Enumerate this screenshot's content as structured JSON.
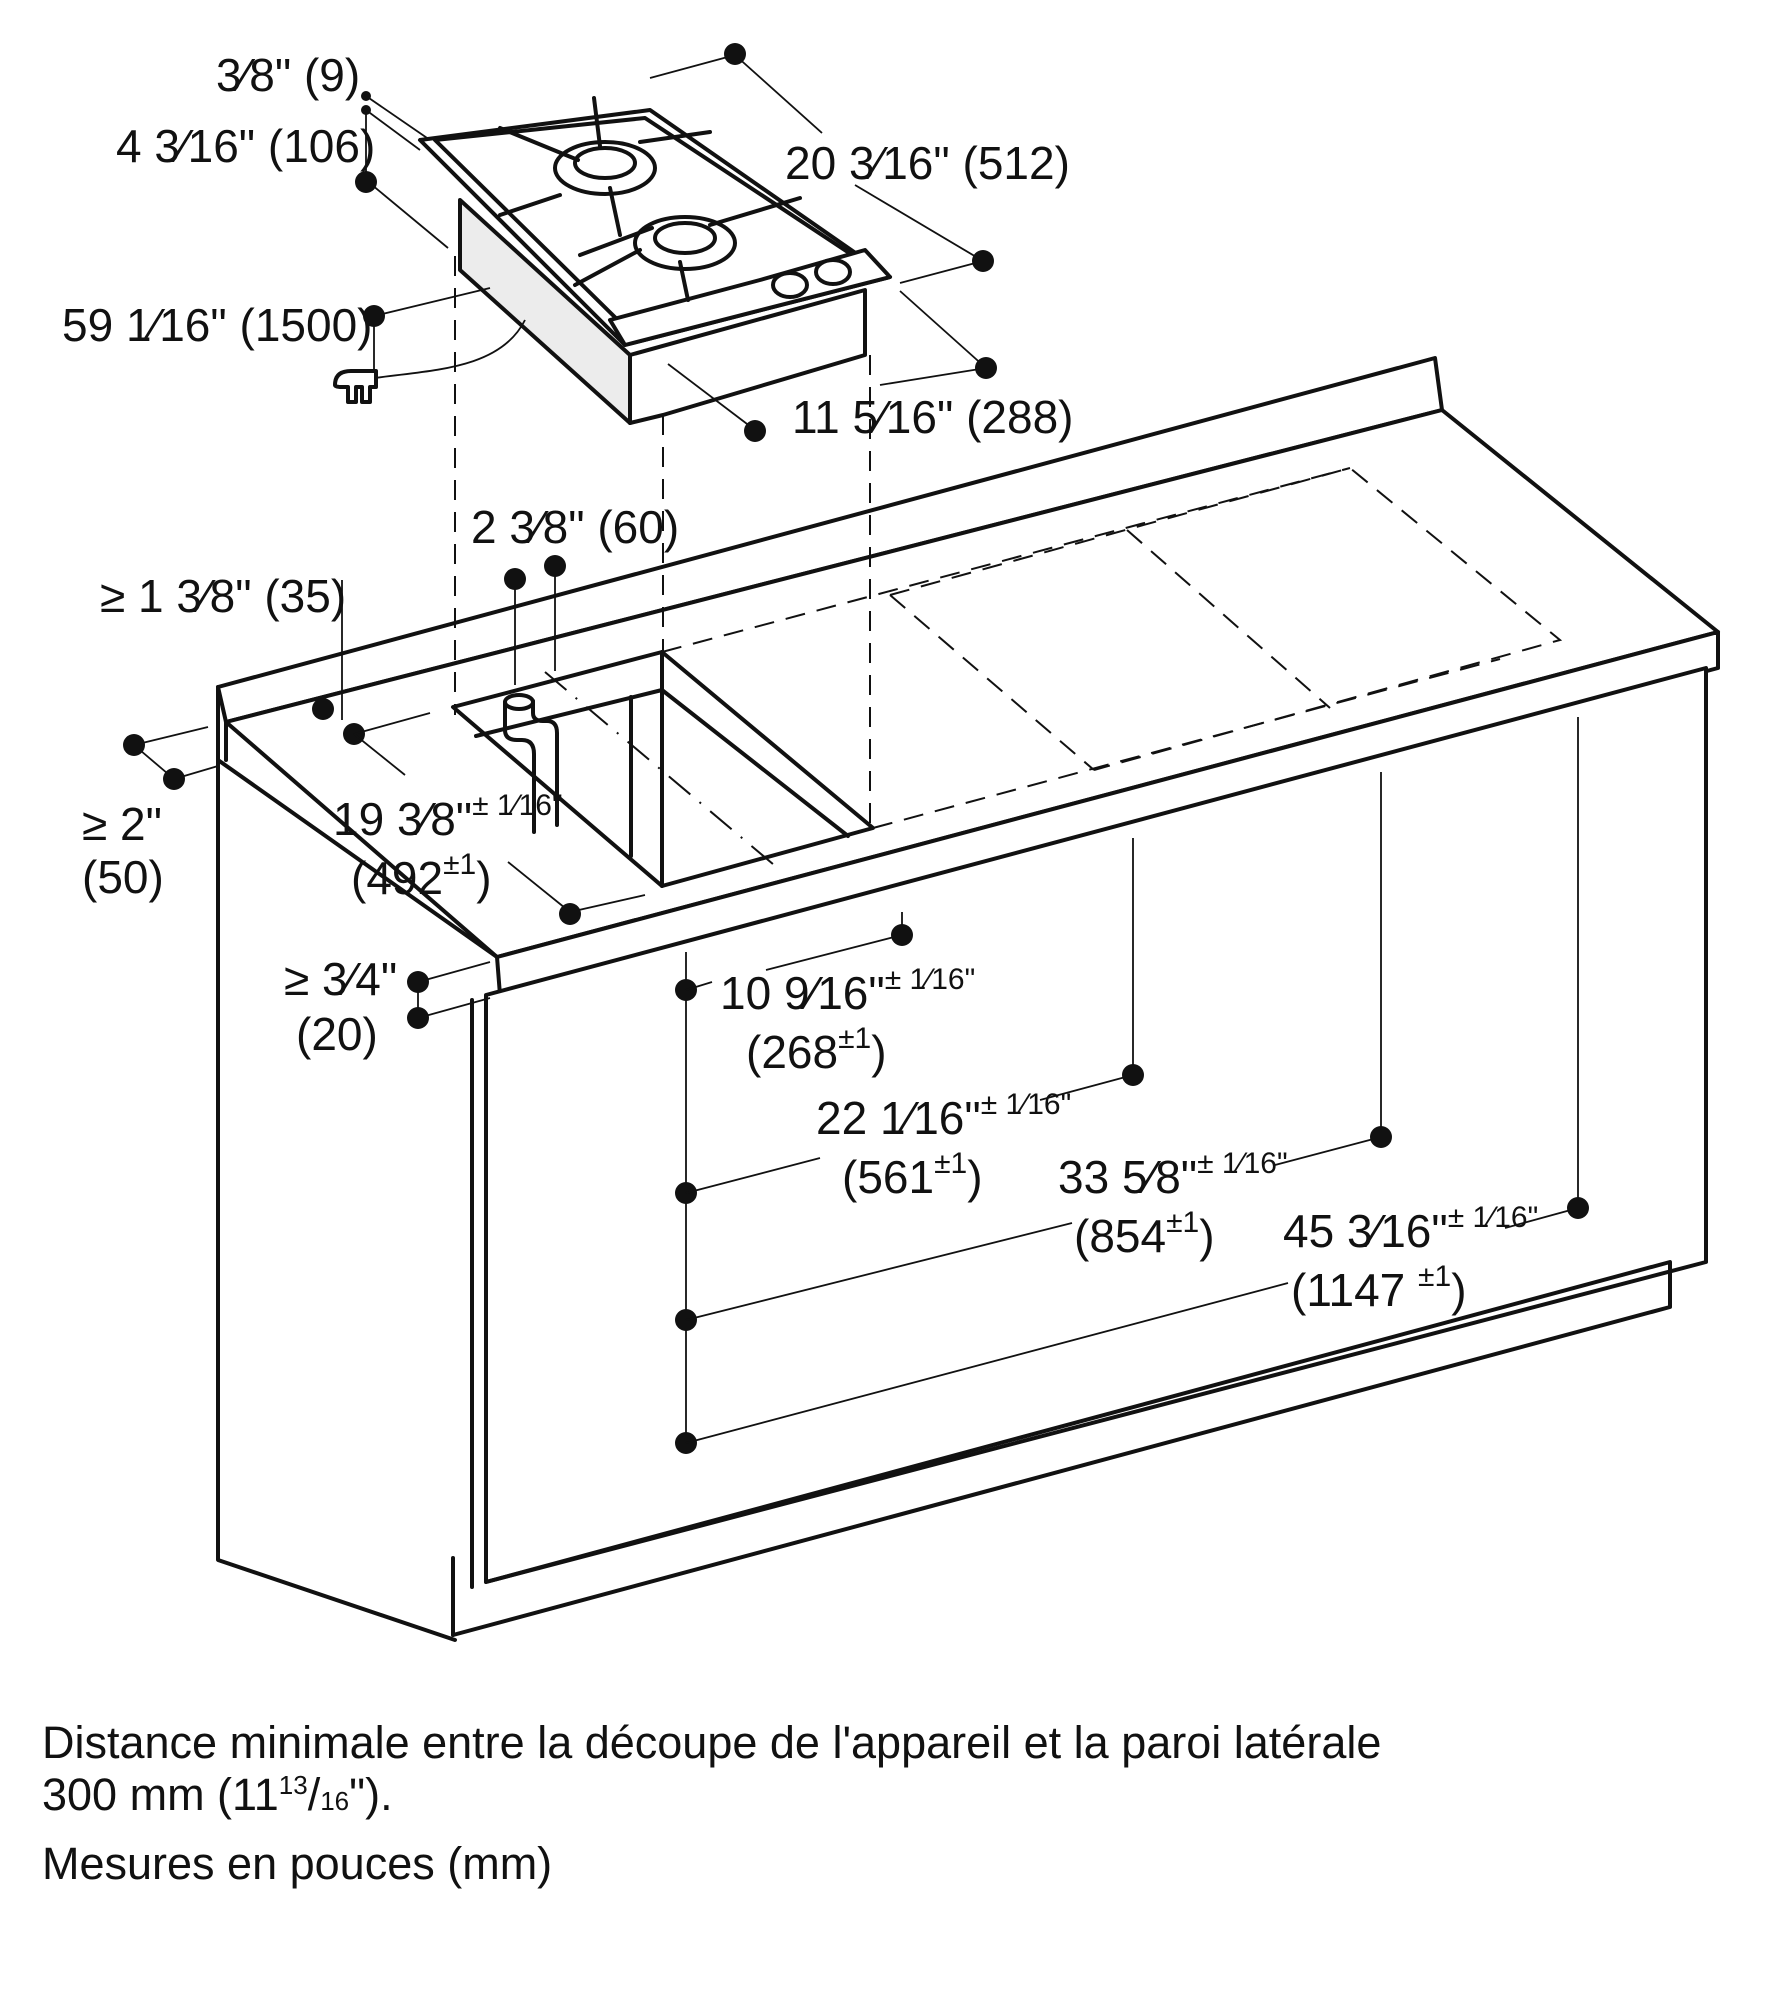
{
  "diagram": {
    "title": "Gas cooktop built-in installation dimensions",
    "appliance_dimensions": [
      {
        "id": "trim_thickness",
        "inch": "3⁄8\"",
        "mm": "(9)"
      },
      {
        "id": "total_height",
        "inch": "4 3⁄16\"",
        "mm": "(106)"
      },
      {
        "id": "cord_length",
        "inch": "59 1⁄16\"",
        "mm": "(1500)"
      },
      {
        "id": "appliance_depth",
        "inch": "20 3⁄16\"",
        "mm": "(512)"
      },
      {
        "id": "appliance_width",
        "inch": "11 5⁄16\"",
        "mm": "(288)"
      }
    ],
    "cutout_dimensions": [
      {
        "id": "connection_offset",
        "inch": "2 3⁄8\"",
        "mm": "(60)"
      },
      {
        "id": "min_back_clearance",
        "inch": "≥ 1 3⁄8\"",
        "mm": "(35)"
      },
      {
        "id": "min_front_clearance",
        "inch": "≥ 2\"",
        "mm": "(50)"
      },
      {
        "id": "cutout_depth",
        "inch": "19 3⁄8\"",
        "tol_inch": "± 1⁄16\"",
        "mm": "(492",
        "tol_mm": "±1",
        "mm_close": ")"
      },
      {
        "id": "min_worktop_thickness",
        "inch": "≥ 3⁄4\"",
        "mm": "(20)"
      },
      {
        "id": "cutout_width_1",
        "inch": "10 9⁄16\"",
        "tol_inch": "± 1⁄16\"",
        "mm": "(268",
        "tol_mm": "±1",
        "mm_close": ")"
      },
      {
        "id": "cutout_width_2",
        "inch": "22 1⁄16\"",
        "tol_inch": "± 1⁄16\"",
        "mm": "(561",
        "tol_mm": "±1",
        "mm_close": ")"
      },
      {
        "id": "cutout_width_3",
        "inch": "33 5⁄8\"",
        "tol_inch": "± 1⁄16\"",
        "mm": "(854",
        "tol_mm": "±1",
        "mm_close": ")"
      },
      {
        "id": "cutout_width_4",
        "inch": "45 3⁄16\"",
        "tol_inch": "± 1⁄16\"",
        "mm": "(1147 ",
        "tol_mm": "±1",
        "mm_close": ")"
      }
    ],
    "notes": {
      "side_wall_line1": "Distance minimale entre la découpe de l'appareil et la paroi latérale",
      "side_wall_line2_prefix": "300 mm (11",
      "side_wall_num": "13",
      "side_wall_den": "16",
      "side_wall_suffix": "\").",
      "units": "Mesures en pouces (mm)"
    }
  }
}
